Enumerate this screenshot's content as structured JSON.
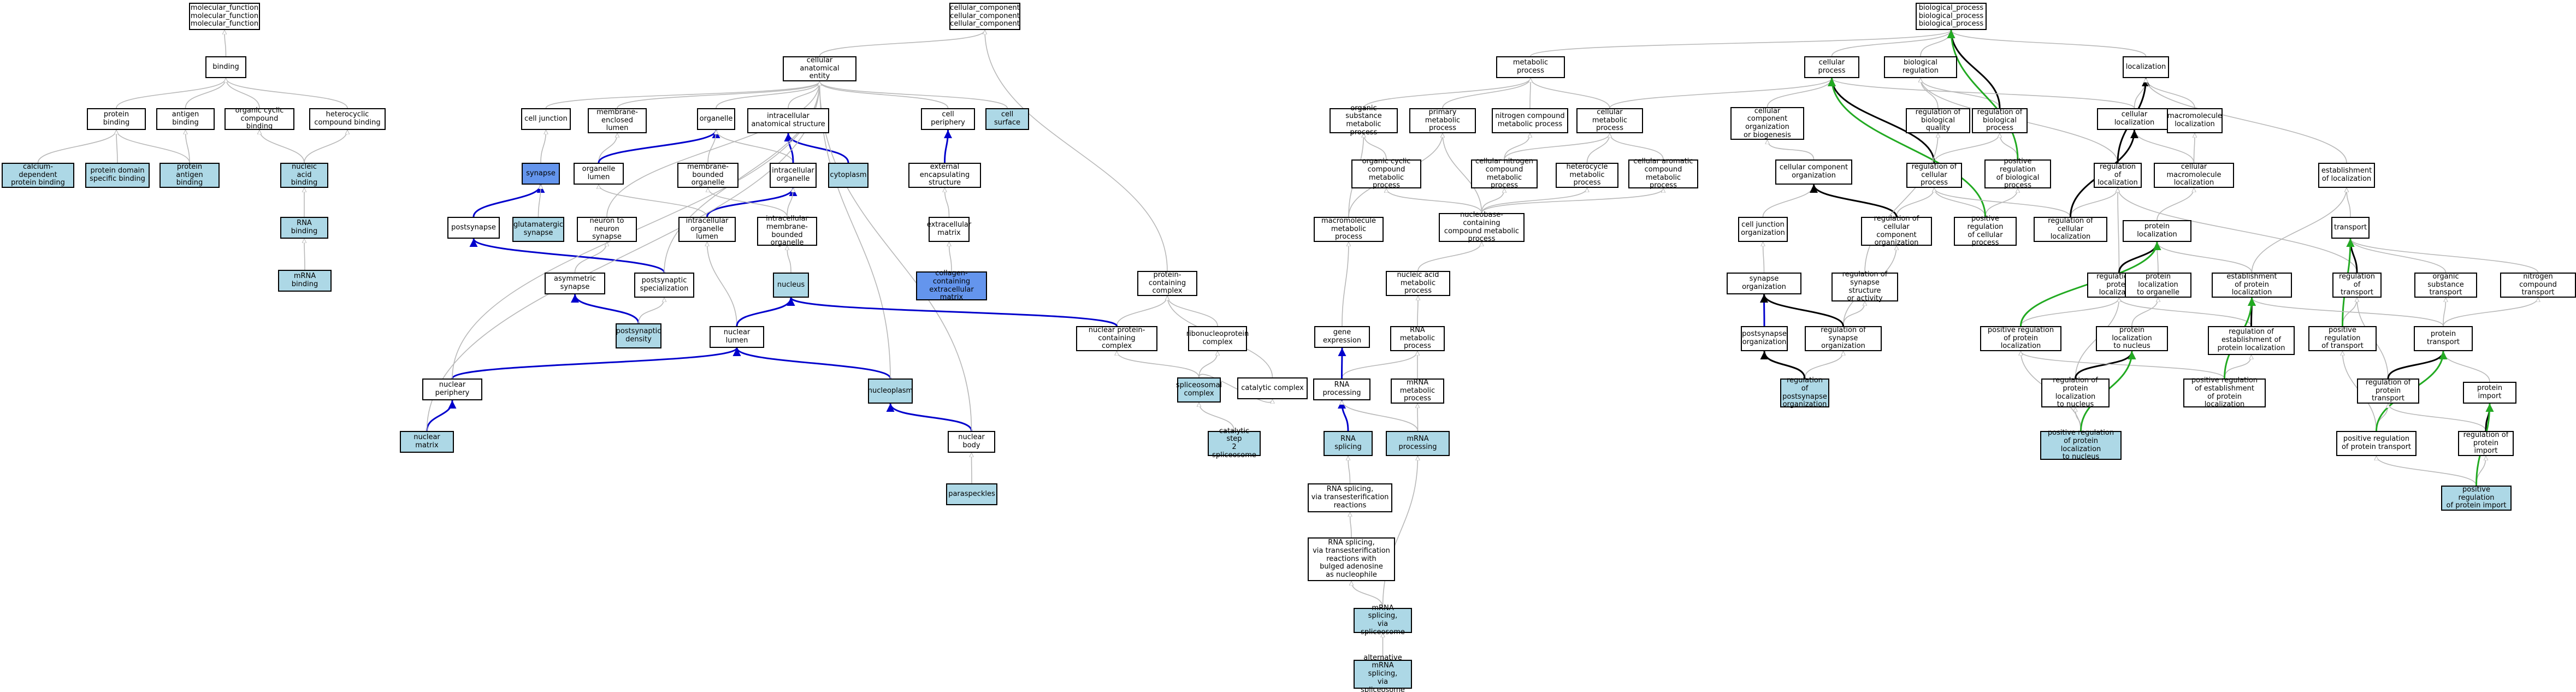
{
  "colors": {
    "node_default": "#ffffff",
    "node_light": "#add8e6",
    "node_dark": "#6495ed",
    "edge_is_a": "#b8b8b8",
    "edge_part_of": "#0000cc",
    "edge_regulates": "#000000",
    "edge_positively_regulates": "#22aa22"
  },
  "nodes": [
    {
      "id": "mf",
      "label": "molecular_function\nmolecular_function\nmolecular_function"
    },
    {
      "id": "binding",
      "label": "binding"
    },
    {
      "id": "protein_binding",
      "label": "protein binding"
    },
    {
      "id": "antigen_binding",
      "label": "antigen binding"
    },
    {
      "id": "ocb",
      "label": "organic cyclic\ncompound binding"
    },
    {
      "id": "hcb",
      "label": "heterocyclic\ncompound binding"
    },
    {
      "id": "cdpb",
      "label": "calcium-dependent\nprotein binding",
      "fill": "light"
    },
    {
      "id": "pdsb",
      "label": "protein domain\nspecific binding",
      "fill": "light"
    },
    {
      "id": "pab",
      "label": "protein antigen\nbinding",
      "fill": "light"
    },
    {
      "id": "nab",
      "label": "nucleic acid\nbinding",
      "fill": "light"
    },
    {
      "id": "rnab",
      "label": "RNA binding",
      "fill": "light"
    },
    {
      "id": "mrnab",
      "label": "mRNA binding",
      "fill": "light"
    },
    {
      "id": "cc",
      "label": "cellular_component\ncellular_component\ncellular_component"
    },
    {
      "id": "cae",
      "label": "cellular anatomical\nentity"
    },
    {
      "id": "cj",
      "label": "cell junction"
    },
    {
      "id": "mel",
      "label": "membrane-enclosed\nlumen"
    },
    {
      "id": "organelle",
      "label": "organelle"
    },
    {
      "id": "ias",
      "label": "intracellular\nanatomical structure"
    },
    {
      "id": "cp",
      "label": "cell periphery"
    },
    {
      "id": "csurf",
      "label": "cell surface",
      "fill": "light"
    },
    {
      "id": "synapse",
      "label": "synapse",
      "fill": "dark"
    },
    {
      "id": "orglumen",
      "label": "organelle lumen"
    },
    {
      "id": "mbo",
      "label": "membrane-bounded\norganelle"
    },
    {
      "id": "io",
      "label": "intracellular\norganelle"
    },
    {
      "id": "cytoplasm",
      "label": "cytoplasm",
      "fill": "light"
    },
    {
      "id": "ees",
      "label": "external encapsulating\nstructure"
    },
    {
      "id": "postsynapse",
      "label": "postsynapse"
    },
    {
      "id": "glut",
      "label": "glutamatergic\nsynapse",
      "fill": "light"
    },
    {
      "id": "n2n",
      "label": "neuron to neuron\nsynapse"
    },
    {
      "id": "iol",
      "label": "intracellular\norganelle lumen"
    },
    {
      "id": "imbo",
      "label": "intracellular\nmembrane-bounded\norganelle"
    },
    {
      "id": "ecm",
      "label": "extracellular\nmatrix"
    },
    {
      "id": "asym",
      "label": "asymmetric synapse"
    },
    {
      "id": "psspec",
      "label": "postsynaptic\nspecialization"
    },
    {
      "id": "nucleus",
      "label": "nucleus",
      "fill": "light"
    },
    {
      "id": "ccem",
      "label": "collagen-containing\nextracellular\nmatrix",
      "fill": "dark"
    },
    {
      "id": "psd",
      "label": "postsynaptic\ndensity",
      "fill": "light"
    },
    {
      "id": "nlumen",
      "label": "nuclear lumen"
    },
    {
      "id": "nperiph",
      "label": "nuclear periphery"
    },
    {
      "id": "nucleoplasm",
      "label": "nucleoplasm",
      "fill": "light"
    },
    {
      "id": "nmatrix",
      "label": "nuclear matrix",
      "fill": "light"
    },
    {
      "id": "nbody",
      "label": "nuclear body"
    },
    {
      "id": "paraspeckles",
      "label": "paraspeckles",
      "fill": "light"
    },
    {
      "id": "pcc",
      "label": "protein-containing\ncomplex"
    },
    {
      "id": "npcc",
      "label": "nuclear protein-containing\ncomplex"
    },
    {
      "id": "rnp",
      "label": "ribonucleoprotein\ncomplex"
    },
    {
      "id": "spl",
      "label": "spliceosomal\ncomplex",
      "fill": "light"
    },
    {
      "id": "catc",
      "label": "catalytic complex"
    },
    {
      "id": "cat2",
      "label": "catalytic step\n2 spliceosome",
      "fill": "light"
    },
    {
      "id": "metab",
      "label": "metabolic process"
    },
    {
      "id": "osmp",
      "label": "organic substance\nmetabolic process"
    },
    {
      "id": "pmp",
      "label": "primary metabolic\nprocess"
    },
    {
      "id": "ncmp",
      "label": "nitrogen compound\nmetabolic process"
    },
    {
      "id": "cmp",
      "label": "cellular metabolic\nprocess"
    },
    {
      "id": "occmp",
      "label": "organic cyclic\ncompound metabolic\nprocess"
    },
    {
      "id": "cncmp",
      "label": "cellular nitrogen\ncompound metabolic\nprocess"
    },
    {
      "id": "hmp",
      "label": "heterocycle\nmetabolic process"
    },
    {
      "id": "cacmp",
      "label": "cellular aromatic\ncompound metabolic\nprocess"
    },
    {
      "id": "mmp",
      "label": "macromolecule\nmetabolic process"
    },
    {
      "id": "nbcmp",
      "label": "nucleobase-containing\ncompound metabolic\nprocess"
    },
    {
      "id": "namp",
      "label": "nucleic acid\nmetabolic process"
    },
    {
      "id": "ge",
      "label": "gene expression"
    },
    {
      "id": "rnamp",
      "label": "RNA metabolic\nprocess"
    },
    {
      "id": "rnaproc",
      "label": "RNA processing"
    },
    {
      "id": "mrnamp",
      "label": "mRNA metabolic\nprocess"
    },
    {
      "id": "rnasplicing",
      "label": "RNA splicing",
      "fill": "light"
    },
    {
      "id": "mrnaproc",
      "label": "mRNA processing",
      "fill": "light"
    },
    {
      "id": "rst",
      "label": "RNA splicing,\nvia transesterification\nreactions"
    },
    {
      "id": "rstb",
      "label": "RNA splicing,\nvia transesterification\nreactions with\nbulged adenosine\nas nucleophile"
    },
    {
      "id": "mrnasp",
      "label": "mRNA splicing,\nvia spliceosome",
      "fill": "light"
    },
    {
      "id": "alt",
      "label": "alternative\nmRNA splicing,\nvia spliceosome",
      "fill": "light"
    },
    {
      "id": "bp",
      "label": "biological_process\nbiological_process\nbiological_process"
    },
    {
      "id": "cellproc",
      "label": "cellular process"
    },
    {
      "id": "bioreg",
      "label": "biological regulation"
    },
    {
      "id": "localization",
      "label": "localization"
    },
    {
      "id": "ccob",
      "label": "cellular component\norganization\nor biogenesis"
    },
    {
      "id": "rbq",
      "label": "regulation of\nbiological quality"
    },
    {
      "id": "rbp",
      "label": "regulation of\nbiological process"
    },
    {
      "id": "cl",
      "label": "cellular localization"
    },
    {
      "id": "mloc",
      "label": "macromolecule\nlocalization"
    },
    {
      "id": "cco",
      "label": "cellular component\norganization"
    },
    {
      "id": "rcp",
      "label": "regulation of\ncellular process"
    },
    {
      "id": "prbp",
      "label": "positive regulation\nof biological\nprocess"
    },
    {
      "id": "rloc",
      "label": "regulation of\nlocalization"
    },
    {
      "id": "cml",
      "label": "cellular macromolecule\nlocalization"
    },
    {
      "id": "eloc",
      "label": "establishment\nof localization"
    },
    {
      "id": "cjo",
      "label": "cell junction\norganization"
    },
    {
      "id": "rcco",
      "label": "regulation of\ncellular component\norganization"
    },
    {
      "id": "prcp",
      "label": "positive regulation\nof cellular\nprocess"
    },
    {
      "id": "rcl",
      "label": "regulation of\ncellular localization"
    },
    {
      "id": "ploc",
      "label": "protein localization"
    },
    {
      "id": "transport",
      "label": "transport"
    },
    {
      "id": "so",
      "label": "synapse organization"
    },
    {
      "id": "rssa",
      "label": "regulation of\nsynapse structure\nor activity"
    },
    {
      "id": "rpl",
      "label": "regulation of\nprotein localization"
    },
    {
      "id": "plo",
      "label": "protein localization\nto organelle"
    },
    {
      "id": "epl",
      "label": "establishment\nof protein localization"
    },
    {
      "id": "rtr",
      "label": "regulation of\ntransport"
    },
    {
      "id": "ost",
      "label": "organic substance\ntransport"
    },
    {
      "id": "nct",
      "label": "nitrogen compound\ntransport"
    },
    {
      "id": "pso",
      "label": "postsynapse\norganization"
    },
    {
      "id": "rso",
      "label": "regulation of\nsynapse organization"
    },
    {
      "id": "prpl",
      "label": "positive regulation\nof protein localization"
    },
    {
      "id": "pln",
      "label": "protein localization\nto nucleus"
    },
    {
      "id": "repl",
      "label": "regulation of\nestablishment of\nprotein localization"
    },
    {
      "id": "prt",
      "label": "positive regulation\nof transport"
    },
    {
      "id": "pt",
      "label": "protein transport"
    },
    {
      "id": "rpso",
      "label": "regulation of\npostsynapse\norganization",
      "fill": "light"
    },
    {
      "id": "rpln",
      "label": "regulation of\nprotein localization\nto nucleus"
    },
    {
      "id": "prepl",
      "label": "positive regulation\nof establishment\nof protein localization"
    },
    {
      "id": "rpt",
      "label": "regulation of\nprotein transport"
    },
    {
      "id": "pi",
      "label": "protein import"
    },
    {
      "id": "prpln",
      "label": "positive regulation\nof protein localization\nto nucleus",
      "fill": "light"
    },
    {
      "id": "prpt",
      "label": "positive regulation\nof protein transport"
    },
    {
      "id": "rpi",
      "label": "regulation of\nprotein import"
    },
    {
      "id": "prpi",
      "label": "positive regulation\nof protein import",
      "fill": "light"
    }
  ],
  "edges": [
    [
      "binding",
      "mf",
      "is_a"
    ],
    [
      "protein_binding",
      "binding",
      "is_a"
    ],
    [
      "antigen_binding",
      "binding",
      "is_a"
    ],
    [
      "ocb",
      "binding",
      "is_a"
    ],
    [
      "hcb",
      "binding",
      "is_a"
    ],
    [
      "cdpb",
      "protein_binding",
      "is_a"
    ],
    [
      "pdsb",
      "protein_binding",
      "is_a"
    ],
    [
      "pab",
      "protein_binding",
      "is_a"
    ],
    [
      "pab",
      "antigen_binding",
      "is_a"
    ],
    [
      "nab",
      "ocb",
      "is_a"
    ],
    [
      "nab",
      "hcb",
      "is_a"
    ],
    [
      "rnab",
      "nab",
      "is_a"
    ],
    [
      "mrnab",
      "rnab",
      "is_a"
    ],
    [
      "cae",
      "cc",
      "is_a"
    ],
    [
      "cj",
      "cae",
      "is_a"
    ],
    [
      "mel",
      "cae",
      "is_a"
    ],
    [
      "organelle",
      "cae",
      "is_a"
    ],
    [
      "ias",
      "cae",
      "is_a"
    ],
    [
      "cp",
      "cae",
      "is_a"
    ],
    [
      "csurf",
      "cae",
      "is_a"
    ],
    [
      "synapse",
      "cj",
      "is_a"
    ],
    [
      "orglumen",
      "mel",
      "is_a"
    ],
    [
      "orglumen",
      "organelle",
      "part_of"
    ],
    [
      "mbo",
      "organelle",
      "is_a"
    ],
    [
      "io",
      "organelle",
      "is_a"
    ],
    [
      "io",
      "ias",
      "part_of"
    ],
    [
      "cytoplasm",
      "ias",
      "part_of"
    ],
    [
      "ees",
      "cp",
      "part_of"
    ],
    [
      "postsynapse",
      "synapse",
      "part_of"
    ],
    [
      "glut",
      "synapse",
      "is_a"
    ],
    [
      "n2n",
      "cae",
      "is_a"
    ],
    [
      "iol",
      "orglumen",
      "is_a"
    ],
    [
      "iol",
      "io",
      "part_of"
    ],
    [
      "imbo",
      "mbo",
      "is_a"
    ],
    [
      "imbo",
      "io",
      "is_a"
    ],
    [
      "ecm",
      "ees",
      "is_a"
    ],
    [
      "asym",
      "n2n",
      "is_a"
    ],
    [
      "psspec",
      "postsynapse",
      "part_of"
    ],
    [
      "psspec",
      "cae",
      "is_a"
    ],
    [
      "nucleus",
      "imbo",
      "is_a"
    ],
    [
      "ccem",
      "ecm",
      "is_a"
    ],
    [
      "psd",
      "asym",
      "part_of"
    ],
    [
      "psd",
      "psspec",
      "is_a"
    ],
    [
      "nlumen",
      "iol",
      "is_a"
    ],
    [
      "nlumen",
      "nucleus",
      "part_of"
    ],
    [
      "nperiph",
      "nlumen",
      "part_of"
    ],
    [
      "nperiph",
      "cae",
      "is_a"
    ],
    [
      "nucleoplasm",
      "nlumen",
      "part_of"
    ],
    [
      "nucleoplasm",
      "cae",
      "is_a"
    ],
    [
      "nmatrix",
      "nperiph",
      "part_of"
    ],
    [
      "nmatrix",
      "cae",
      "is_a"
    ],
    [
      "nbody",
      "nucleoplasm",
      "part_of"
    ],
    [
      "nbody",
      "cae",
      "is_a"
    ],
    [
      "paraspeckles",
      "nbody",
      "is_a"
    ],
    [
      "pcc",
      "cc",
      "is_a"
    ],
    [
      "npcc",
      "pcc",
      "is_a"
    ],
    [
      "npcc",
      "nucleus",
      "part_of"
    ],
    [
      "rnp",
      "pcc",
      "is_a"
    ],
    [
      "spl",
      "npcc",
      "is_a"
    ],
    [
      "spl",
      "rnp",
      "is_a"
    ],
    [
      "spl",
      "catc",
      "is_a"
    ],
    [
      "catc",
      "pcc",
      "is_a"
    ],
    [
      "cat2",
      "spl",
      "is_a"
    ],
    [
      "metab",
      "bp",
      "is_a"
    ],
    [
      "osmp",
      "metab",
      "is_a"
    ],
    [
      "pmp",
      "metab",
      "is_a"
    ],
    [
      "ncmp",
      "metab",
      "is_a"
    ],
    [
      "cmp",
      "metab",
      "is_a"
    ],
    [
      "cmp",
      "cellproc",
      "is_a"
    ],
    [
      "occmp",
      "osmp",
      "is_a"
    ],
    [
      "cncmp",
      "ncmp",
      "is_a"
    ],
    [
      "cncmp",
      "cmp",
      "is_a"
    ],
    [
      "hmp",
      "cmp",
      "is_a"
    ],
    [
      "cacmp",
      "cmp",
      "is_a"
    ],
    [
      "mmp",
      "osmp",
      "is_a"
    ],
    [
      "mmp",
      "pmp",
      "is_a"
    ],
    [
      "nbcmp",
      "occmp",
      "is_a"
    ],
    [
      "nbcmp",
      "cncmp",
      "is_a"
    ],
    [
      "nbcmp",
      "hmp",
      "is_a"
    ],
    [
      "nbcmp",
      "cacmp",
      "is_a"
    ],
    [
      "nbcmp",
      "pmp",
      "is_a"
    ],
    [
      "namp",
      "nbcmp",
      "is_a"
    ],
    [
      "ge",
      "mmp",
      "is_a"
    ],
    [
      "rnamp",
      "namp",
      "is_a"
    ],
    [
      "rnaproc",
      "rnamp",
      "is_a"
    ],
    [
      "rnaproc",
      "ge",
      "part_of"
    ],
    [
      "mrnamp",
      "rnamp",
      "is_a"
    ],
    [
      "rnasplicing",
      "rnaproc",
      "part_of"
    ],
    [
      "mrnaproc",
      "mrnamp",
      "is_a"
    ],
    [
      "mrnaproc",
      "rnaproc",
      "is_a"
    ],
    [
      "rst",
      "rnasplicing",
      "is_a"
    ],
    [
      "rstb",
      "rst",
      "is_a"
    ],
    [
      "mrnasp",
      "rstb",
      "is_a"
    ],
    [
      "mrnasp",
      "mrnaproc",
      "is_a"
    ],
    [
      "alt",
      "mrnasp",
      "is_a"
    ],
    [
      "cellproc",
      "bp",
      "is_a"
    ],
    [
      "bioreg",
      "bp",
      "is_a"
    ],
    [
      "localization",
      "bp",
      "is_a"
    ],
    [
      "ccob",
      "cellproc",
      "is_a"
    ],
    [
      "rbq",
      "bioreg",
      "is_a"
    ],
    [
      "rbp",
      "bioreg",
      "is_a"
    ],
    [
      "rbp",
      "bp",
      "regulates"
    ],
    [
      "cl",
      "localization",
      "is_a"
    ],
    [
      "cl",
      "cellproc",
      "is_a"
    ],
    [
      "mloc",
      "localization",
      "is_a"
    ],
    [
      "cco",
      "ccob",
      "is_a"
    ],
    [
      "rcp",
      "rbp",
      "is_a"
    ],
    [
      "rcp",
      "cellproc",
      "regulates"
    ],
    [
      "prbp",
      "rbp",
      "is_a"
    ],
    [
      "prbp",
      "bp",
      "positively_regulates"
    ],
    [
      "rloc",
      "bioreg",
      "is_a"
    ],
    [
      "rloc",
      "localization",
      "regulates"
    ],
    [
      "cml",
      "mloc",
      "is_a"
    ],
    [
      "cml",
      "cl",
      "is_a"
    ],
    [
      "eloc",
      "localization",
      "is_a"
    ],
    [
      "cjo",
      "cco",
      "is_a"
    ],
    [
      "rcco",
      "rcp",
      "is_a"
    ],
    [
      "rcco",
      "cco",
      "regulates"
    ],
    [
      "prcp",
      "rcp",
      "is_a"
    ],
    [
      "prcp",
      "prbp",
      "is_a"
    ],
    [
      "prcp",
      "cellproc",
      "positively_regulates"
    ],
    [
      "rcl",
      "rcp",
      "is_a"
    ],
    [
      "rcl",
      "rloc",
      "is_a"
    ],
    [
      "rcl",
      "cl",
      "regulates"
    ],
    [
      "ploc",
      "cml",
      "is_a"
    ],
    [
      "transport",
      "eloc",
      "is_a"
    ],
    [
      "so",
      "cjo",
      "is_a"
    ],
    [
      "rssa",
      "rbq",
      "is_a"
    ],
    [
      "rpl",
      "rloc",
      "is_a"
    ],
    [
      "rpl",
      "ploc",
      "regulates"
    ],
    [
      "plo",
      "ploc",
      "is_a"
    ],
    [
      "epl",
      "ploc",
      "is_a"
    ],
    [
      "epl",
      "eloc",
      "is_a"
    ],
    [
      "rtr",
      "rloc",
      "is_a"
    ],
    [
      "rtr",
      "transport",
      "regulates"
    ],
    [
      "ost",
      "transport",
      "is_a"
    ],
    [
      "nct",
      "transport",
      "is_a"
    ],
    [
      "pso",
      "so",
      "part_of"
    ],
    [
      "rso",
      "rssa",
      "is_a"
    ],
    [
      "rso",
      "rcco",
      "is_a"
    ],
    [
      "rso",
      "so",
      "regulates"
    ],
    [
      "prpl",
      "rpl",
      "is_a"
    ],
    [
      "prpl",
      "ploc",
      "positively_regulates"
    ],
    [
      "pln",
      "plo",
      "is_a"
    ],
    [
      "repl",
      "rpl",
      "is_a"
    ],
    [
      "repl",
      "epl",
      "regulates"
    ],
    [
      "prt",
      "rtr",
      "is_a"
    ],
    [
      "prt",
      "transport",
      "positively_regulates"
    ],
    [
      "pt",
      "epl",
      "is_a"
    ],
    [
      "pt",
      "ost",
      "is_a"
    ],
    [
      "pt",
      "nct",
      "is_a"
    ],
    [
      "rpso",
      "rso",
      "is_a"
    ],
    [
      "rpso",
      "pso",
      "regulates"
    ],
    [
      "rpln",
      "rpl",
      "is_a"
    ],
    [
      "rpln",
      "pln",
      "regulates"
    ],
    [
      "prepl",
      "repl",
      "is_a"
    ],
    [
      "prepl",
      "prpl",
      "is_a"
    ],
    [
      "prepl",
      "epl",
      "positively_regulates"
    ],
    [
      "rpt",
      "rtr",
      "is_a"
    ],
    [
      "rpt",
      "pt",
      "regulates"
    ],
    [
      "pi",
      "pt",
      "is_a"
    ],
    [
      "prpln",
      "rpln",
      "is_a"
    ],
    [
      "prpln",
      "prpl",
      "is_a"
    ],
    [
      "prpln",
      "pln",
      "positively_regulates"
    ],
    [
      "prpt",
      "rpt",
      "is_a"
    ],
    [
      "prpt",
      "prt",
      "is_a"
    ],
    [
      "prpt",
      "pt",
      "positively_regulates"
    ],
    [
      "rpi",
      "rpt",
      "is_a"
    ],
    [
      "rpi",
      "pi",
      "regulates"
    ],
    [
      "prpi",
      "rpi",
      "is_a"
    ],
    [
      "prpi",
      "prpt",
      "is_a"
    ],
    [
      "prpi",
      "pi",
      "positively_regulates"
    ]
  ]
}
